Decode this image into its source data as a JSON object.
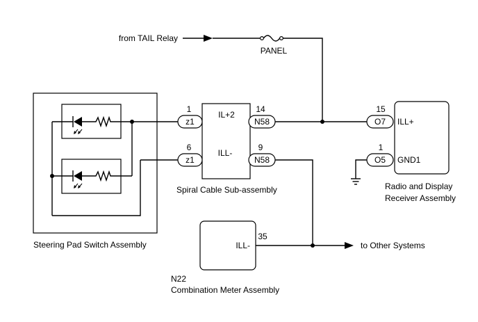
{
  "labels": {
    "from_tail_relay": "from TAIL Relay",
    "fuse_panel": "PANEL",
    "steering_pad": "Steering Pad Switch Assembly",
    "spiral_cable": "Spiral Cable Sub-assembly",
    "radio_line1": "Radio and Display",
    "radio_line2": "Receiver Assembly",
    "meter_code": "N22",
    "meter_name": "Combination Meter Assembly",
    "to_other": "to Other Systems"
  },
  "spiral": {
    "pin_left_1": "1",
    "pin_left_2": "6",
    "conn_left_1": "z1",
    "conn_left_2": "z1",
    "inner_1": "IL+2",
    "inner_2": "ILL-",
    "pin_right_1": "14",
    "pin_right_2": "9",
    "conn_right_1": "N58",
    "conn_right_2": "N58"
  },
  "radio": {
    "pin_1": "15",
    "pin_2": "1",
    "conn_1": "O7",
    "conn_2": "O5",
    "term_1": "ILL+",
    "term_2": "GND1"
  },
  "meter": {
    "terminal": "ILL-",
    "pin": "35"
  }
}
